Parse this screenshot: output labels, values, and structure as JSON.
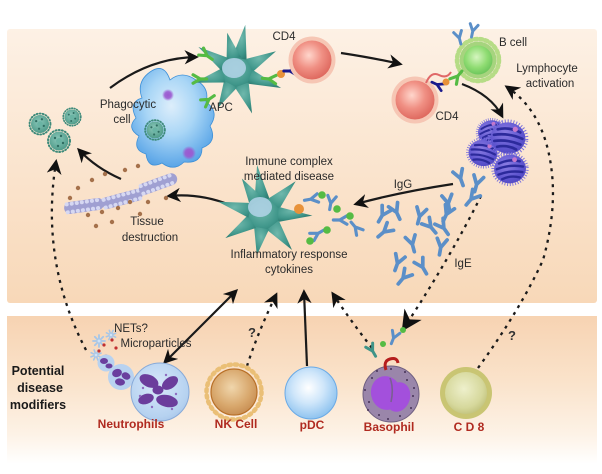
{
  "colors": {
    "background_top": "#fdf1e5",
    "background_bottom": "#f8d8b8",
    "teal_cell": "#3f968a",
    "red_cell": "#e87a6e",
    "b_cell_green": "#8fdc72",
    "plasma_indigo": "#5e55cc",
    "antibody_blue": "#5b8fc8",
    "receptor_green": "#55bb44",
    "phagocyte_blue": "#5aabee",
    "label_red": "#b02a20",
    "arrow_black": "#1a1a1a"
  },
  "top": {
    "phagocytic": {
      "line1": "Phagocytic",
      "line2": "cell"
    },
    "apc": "APC",
    "cd4_upper": "CD4",
    "cd4_lower": "CD4",
    "b_cell": "B cell",
    "lymphocyte": {
      "line1": "Lymphocyte",
      "line2": "activation"
    },
    "immune_complex": {
      "line1": "Immune complex",
      "line2": "mediated disease"
    },
    "inflammatory": {
      "line1": "Inflammatory response",
      "line2": "cytokines"
    },
    "tissue": {
      "line1": "Tissue",
      "line2": "destruction"
    },
    "igg": "IgG",
    "ige": "IgE"
  },
  "bottom": {
    "heading": {
      "line1": "Potential",
      "line2": "disease",
      "line3": "modifiers"
    },
    "nets": {
      "line1": "NETs?",
      "line2": "Microparticles"
    },
    "cells": [
      {
        "label": "Neutrophils"
      },
      {
        "label": "NK Cell"
      },
      {
        "label": "pDC"
      },
      {
        "label": "Basophil"
      },
      {
        "label": "C D 8"
      }
    ],
    "question_left": "?",
    "question_right": "?"
  }
}
